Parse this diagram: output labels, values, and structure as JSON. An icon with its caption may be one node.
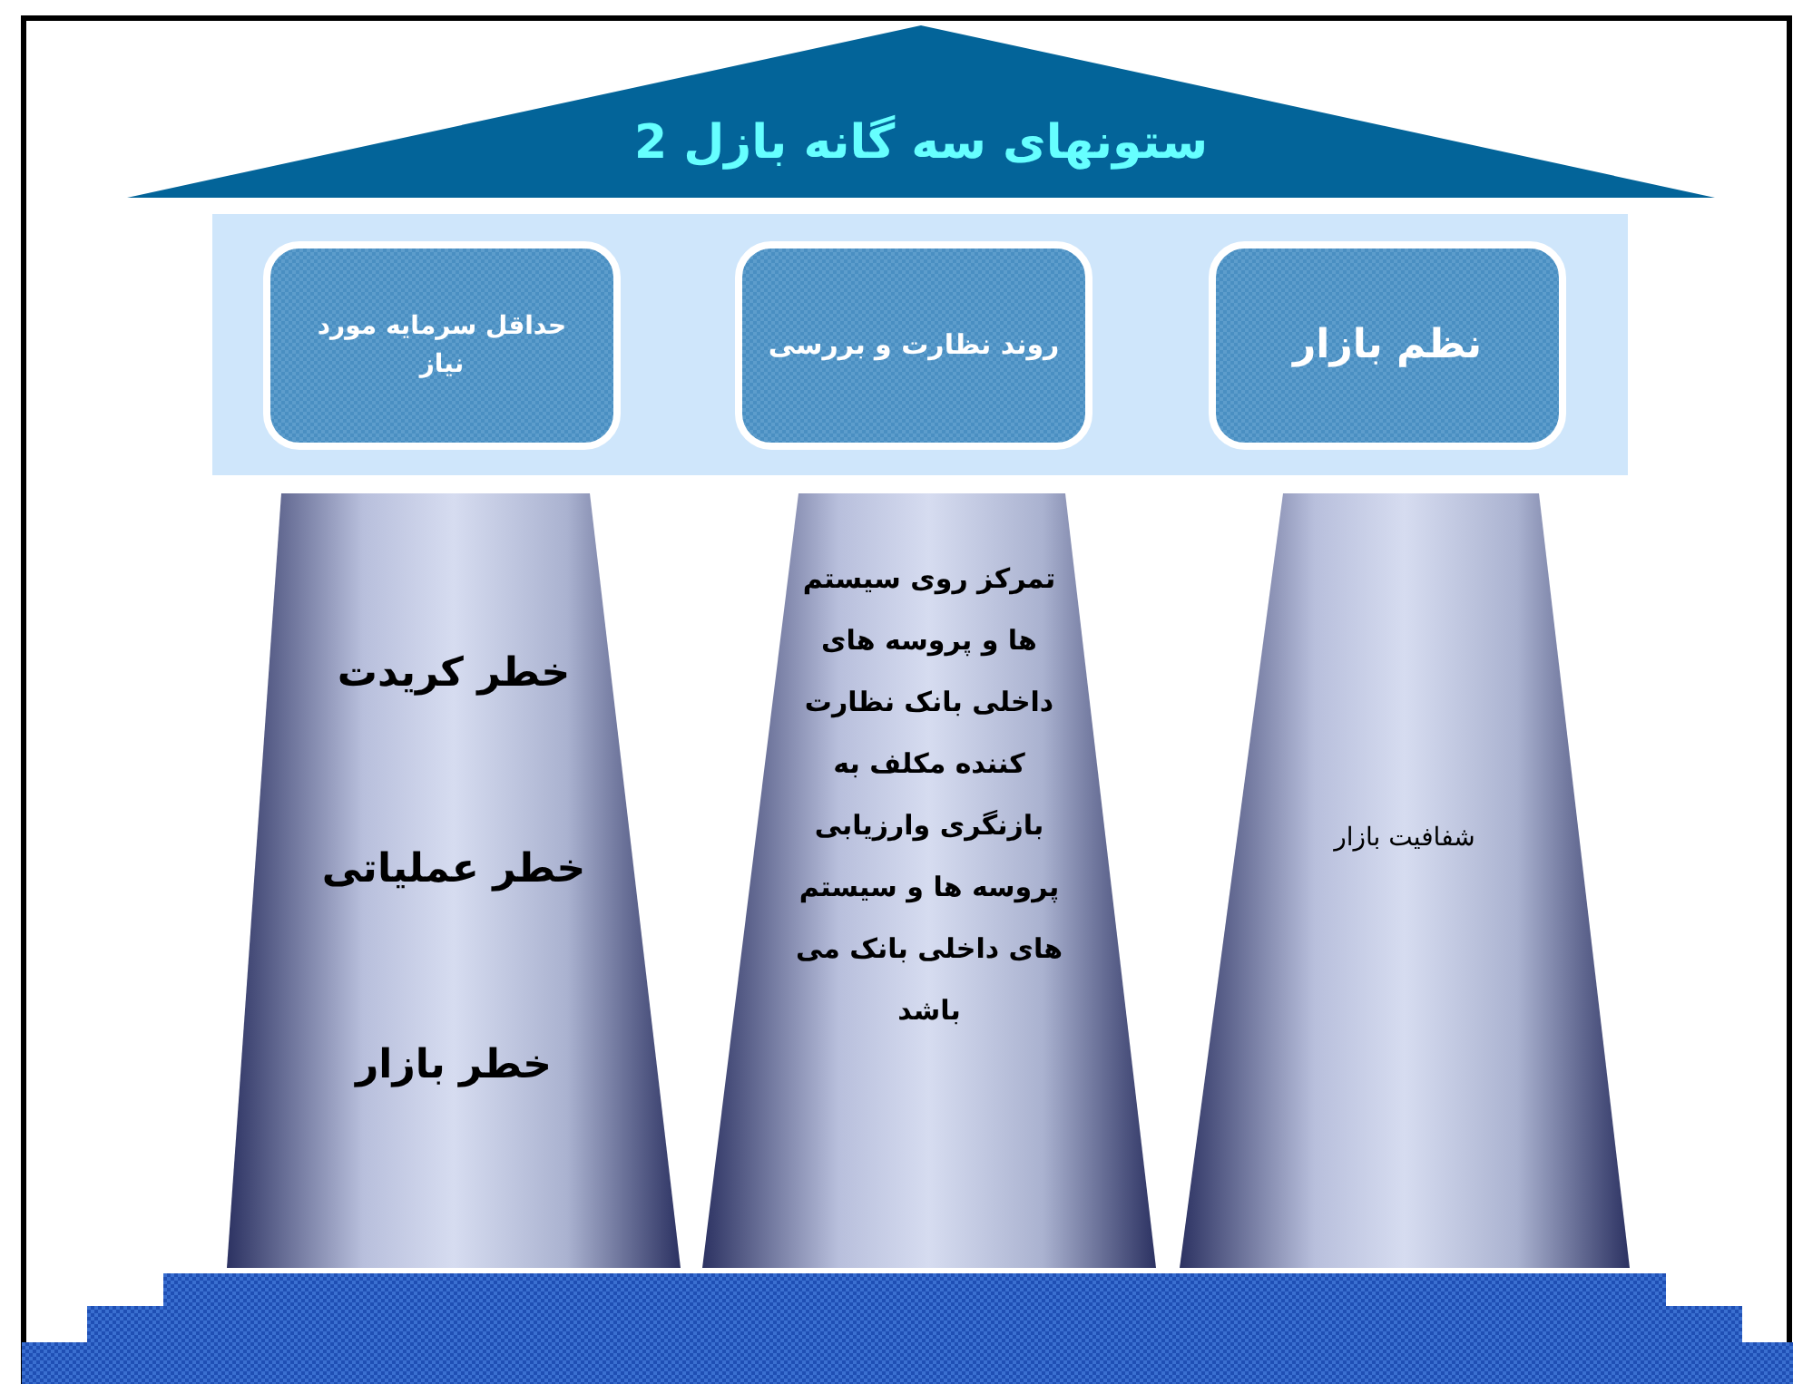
{
  "diagram": {
    "nodes": [
      {
        "text": [
          "ستونهای سه گانه بازل 2"
        ]
      },
      {
        "text": [],
        "shape": "box"
      },
      {
        "text": [
          "نظم بازار"
        ],
        "in": 1
      },
      {
        "text": [
          "روند نظارت و بررسی"
        ],
        "in": 1
      },
      {
        "text": [
          "حداقل سرمایه مورد نیاز"
        ],
        "in": 1
      },
      {
        "text": [
          "شفافیت بازار"
        ]
      },
      {
        "text": [
          "تمرکز روی سیستم ها و پروسه های داخلی بانک نظارت کننده مکلف به بازنگری وارزیابی پروسه ها و سیستم های داخلی بانک می باشد"
        ]
      },
      {
        "text": [
          "خطر کریدت",
          "خطر عملیاتی",
          "خطر بازار"
        ]
      }
    ],
    "edges": []
  }
}
